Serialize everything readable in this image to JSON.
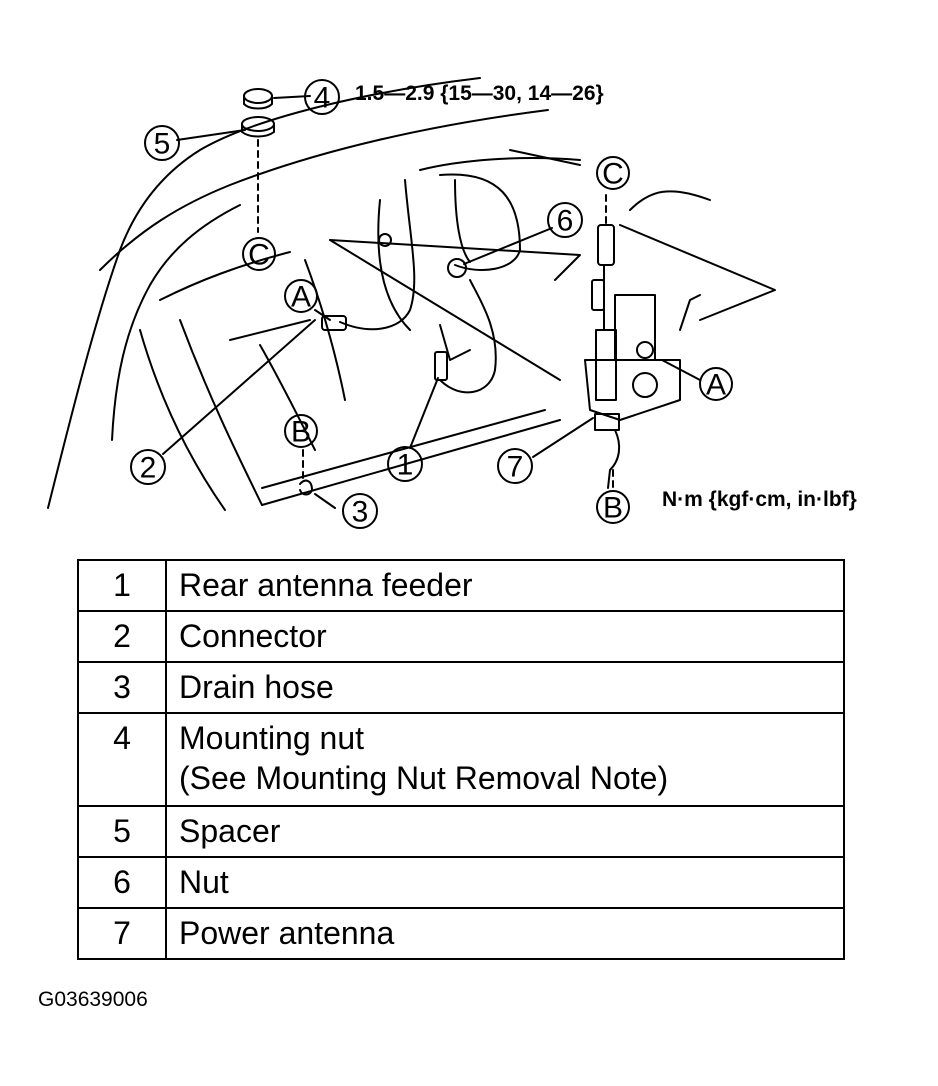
{
  "diagram": {
    "torque_spec": "1.5—2.9 {15—30, 14—26}",
    "units_note": "N·m {kgf·cm, in·lbf}",
    "callouts": [
      "1",
      "2",
      "3",
      "4",
      "5",
      "6",
      "7"
    ],
    "connection_labels": [
      "A",
      "A",
      "B",
      "B",
      "C",
      "C"
    ]
  },
  "parts": [
    {
      "number": "1",
      "name": "Rear antenna feeder",
      "note": ""
    },
    {
      "number": "2",
      "name": "Connector",
      "note": ""
    },
    {
      "number": "3",
      "name": "Drain hose",
      "note": ""
    },
    {
      "number": "4",
      "name": "Mounting nut",
      "note": "(See Mounting Nut Removal Note)"
    },
    {
      "number": "5",
      "name": "Spacer",
      "note": ""
    },
    {
      "number": "6",
      "name": "Nut",
      "note": ""
    },
    {
      "number": "7",
      "name": "Power antenna",
      "note": ""
    }
  ],
  "figure_id": "G03639006"
}
